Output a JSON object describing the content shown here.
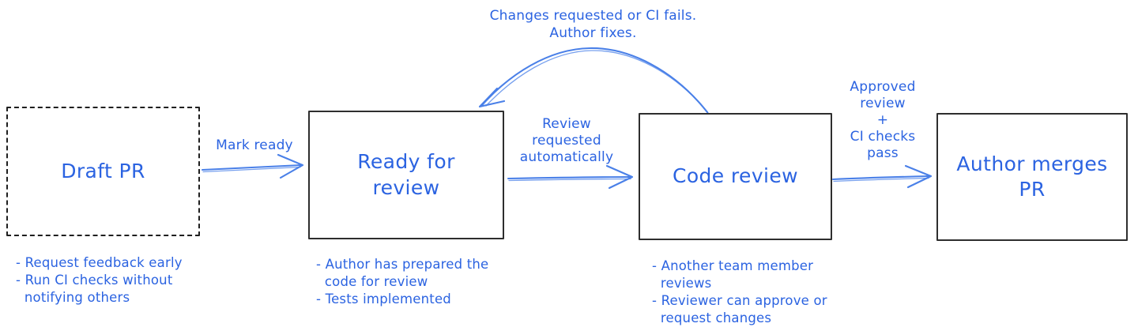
{
  "palette": {
    "ink": "#2b63e1",
    "arrow": "#4a80e8",
    "box": "#2e2e2e",
    "background": "#ffffff"
  },
  "diagram": {
    "nodes": [
      {
        "title": "Draft PR",
        "border": "dashed",
        "notes": "- Request feedback early\n- Run CI checks without\n  notifying others"
      },
      {
        "title": "Ready for review",
        "border": "solid",
        "notes": "- Author has prepared the\n  code for review\n- Tests implemented"
      },
      {
        "title": "Code review",
        "border": "solid",
        "notes": "- Another team member\n  reviews\n- Reviewer can approve or\n  request changes"
      },
      {
        "title": "Author merges PR",
        "border": "solid",
        "notes": ""
      }
    ],
    "edges": [
      {
        "from": "Draft PR",
        "to": "Ready for review",
        "label": "Mark ready"
      },
      {
        "from": "Ready for review",
        "to": "Code review",
        "label": "Review\nrequested\nautomatically"
      },
      {
        "from": "Code review",
        "to": "Author merges PR",
        "label": "Approved\nreview\n+\nCI checks\npass"
      },
      {
        "from": "Code review",
        "to": "Ready for review",
        "label": "Changes requested or CI fails.\nAuthor fixes."
      }
    ]
  }
}
